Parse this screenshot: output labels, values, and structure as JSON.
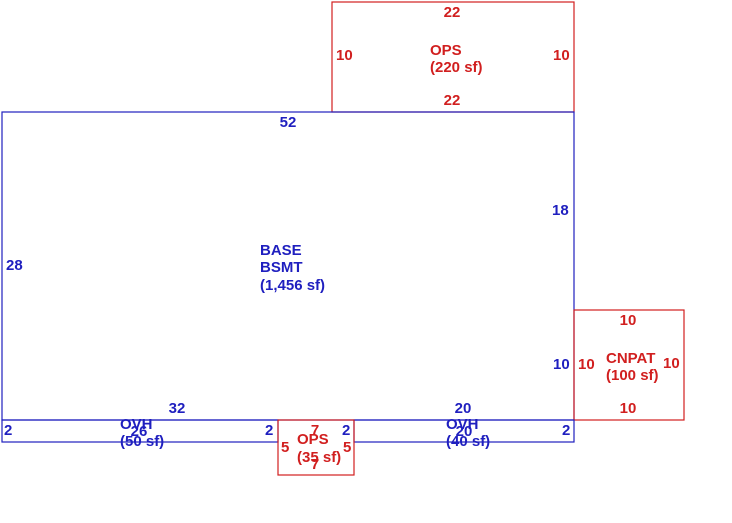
{
  "colors": {
    "base": "#1f1fbf",
    "addition": "#d11f1f",
    "background": "#ffffff"
  },
  "areas": {
    "base": {
      "name1": "BASE",
      "name2": "BSMT",
      "area": "(1,456 sf)"
    },
    "ops_top": {
      "name": "OPS",
      "area": "(220 sf)"
    },
    "cnpat": {
      "name": "CNPAT",
      "area": "(100 sf)"
    },
    "ovh_left": {
      "name": "OVH",
      "area": "(50 sf)"
    },
    "ovh_right": {
      "name": "OVH",
      "area": "(40 sf)"
    },
    "ops_bottom": {
      "name": "OPS",
      "area": "(35 sf)"
    }
  },
  "dims": {
    "ops_top_top": "22",
    "ops_top_bottom": "22",
    "ops_top_left": "10",
    "ops_top_right": "10",
    "base_top": "52",
    "base_left": "28",
    "base_right_upper": "18",
    "base_right_lower": "10",
    "base_bottom_left": "32",
    "base_bottom_right": "20",
    "cnpat_top": "10",
    "cnpat_bottom": "10",
    "cnpat_left": "10",
    "cnpat_right": "10",
    "ovh_left_left": "2",
    "ovh_left_right": "2",
    "ovh_left_bottom": "26",
    "ovh_right_left": "2",
    "ovh_right_right": "2",
    "ovh_right_bottom": "20",
    "ops_bottom_top": "7",
    "ops_bottom_bottom": "7",
    "ops_bottom_left": "5",
    "ops_bottom_right": "5"
  }
}
